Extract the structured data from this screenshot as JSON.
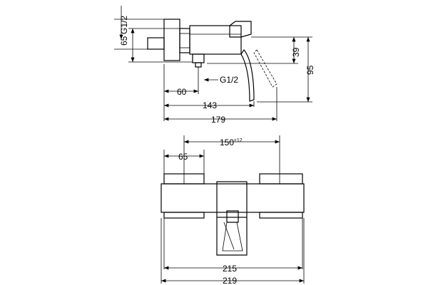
{
  "side_view": {
    "thread_top": "G1/2",
    "height_65": "65",
    "height_39": "39",
    "height_95": "95",
    "thread_bottom": "G1/2",
    "width_60": "60",
    "width_143": "143",
    "width_179": "179"
  },
  "front_view": {
    "center_distance": "150",
    "center_tolerance": "±12",
    "width_65": "65",
    "width_215": "215",
    "width_219": "219"
  }
}
